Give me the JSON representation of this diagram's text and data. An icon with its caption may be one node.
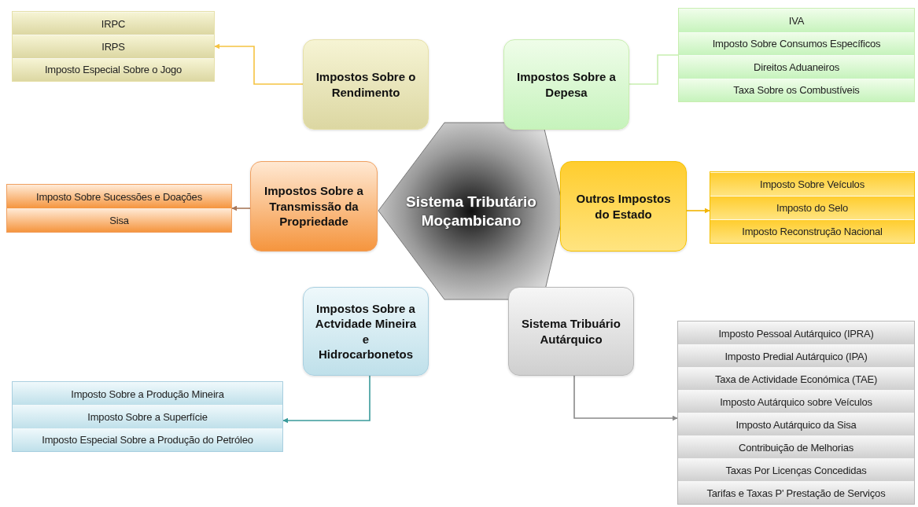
{
  "diagram": {
    "nodes": [
      {
        "text": [
          "Sistema Tributário Moçambicano"
        ]
      },
      {
        "text": [
          "Impostos Sobre o Rendimento"
        ]
      },
      {
        "text": [],
        "shape": "box"
      },
      {
        "text": [
          "IRPC"
        ],
        "in": 2
      },
      {
        "text": [
          "IRPS"
        ],
        "in": 2
      },
      {
        "text": [
          "Imposto Especial Sobre o Jogo"
        ],
        "in": 2
      },
      {
        "text": [
          "Impostos Sobre a Depesa"
        ]
      },
      {
        "text": [],
        "shape": "box"
      },
      {
        "text": [
          "IVA"
        ],
        "in": 7
      },
      {
        "text": [
          "Imposto Sobre Consumos Específicos"
        ],
        "in": 7
      },
      {
        "text": [
          "Direitos Aduaneiros"
        ],
        "in": 7
      },
      {
        "text": [
          "Taxa Sobre os Combustíveis"
        ],
        "in": 7
      },
      {
        "text": [
          "Impostos Sobre a Transmissão da Propriedade"
        ]
      },
      {
        "text": [],
        "shape": "box"
      },
      {
        "text": [
          "Imposto Sobre Sucessões e Doações"
        ],
        "in": 13
      },
      {
        "text": [
          "Sisa"
        ],
        "in": 13
      },
      {
        "text": [
          "Outros Impostos do Estado"
        ]
      },
      {
        "text": [],
        "shape": "box"
      },
      {
        "text": [
          "Imposto Sobre Veículos"
        ],
        "in": 17
      },
      {
        "text": [
          "Imposto do Selo"
        ],
        "in": 17
      },
      {
        "text": [
          "Imposto Reconstrução Nacional"
        ],
        "in": 17
      },
      {
        "text": [
          "Impostos Sobre a Actvidade Mineira e Hidrocarbonetos"
        ]
      },
      {
        "text": [],
        "shape": "box"
      },
      {
        "text": [
          "Imposto Sobre a Produção Mineira"
        ],
        "in": 22
      },
      {
        "text": [
          "Imposto Sobre a Superfície"
        ],
        "in": 22
      },
      {
        "text": [
          "Imposto Especial Sobre a Produção do Petróleo"
        ],
        "in": 22
      },
      {
        "text": [
          "Sistema Tribuário Autárquico"
        ]
      },
      {
        "text": [],
        "shape": "box"
      },
      {
        "text": [
          "Imposto Pessoal Autárquico (IPRA)"
        ],
        "in": 27
      },
      {
        "text": [
          "Imposto Predial Autárquico (IPA)"
        ],
        "in": 27
      },
      {
        "text": [
          "Taxa de Actividade Económica (TAE)"
        ],
        "in": 27
      },
      {
        "text": [
          "Imposto Autárquico sobre Veículos"
        ],
        "in": 27
      },
      {
        "text": [
          "Imposto Autárquico da Sisa"
        ],
        "in": 27
      },
      {
        "text": [
          "Contribuição de Melhorias"
        ],
        "in": 27
      },
      {
        "text": [
          "Taxas Por Licenças Concedidas"
        ],
        "in": 27
      },
      {
        "text": [
          "Tarifas e Taxas P' Prestação de Serviços"
        ],
        "in": 27
      }
    ],
    "edges": [
      {
        "from": 1,
        "to": 2,
        "arrow": "to",
        "color": "#f5c342"
      },
      {
        "from": 6,
        "to": 7,
        "arrow": "none",
        "color": "#c8eeb0"
      },
      {
        "from": 12,
        "to": 13,
        "arrow": "to",
        "color": "#a8785a"
      },
      {
        "from": 16,
        "to": 17,
        "arrow": "to",
        "color": "#f2b400"
      },
      {
        "from": 21,
        "to": 22,
        "arrow": "to",
        "color": "#3a9a9a"
      },
      {
        "from": 26,
        "to": 27,
        "arrow": "to",
        "color": "#8a8a8a"
      }
    ]
  }
}
